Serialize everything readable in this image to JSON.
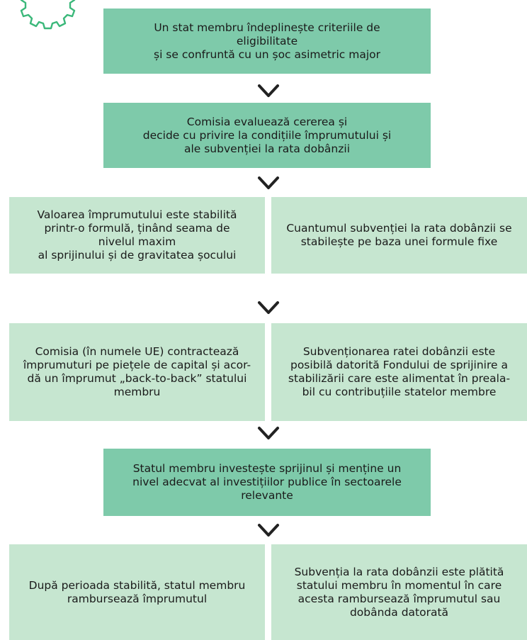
{
  "colors": {
    "dark_box": "#7ecaaa",
    "light_box": "#c6e6d0",
    "arrow": "#222222",
    "gear": "#3bb87a"
  },
  "icons": {
    "top_left": "gear-icon",
    "connector": "chevron-down-arrow-icon"
  },
  "steps": [
    {
      "text": "Un stat membru îndeplinește criteriile de\neligibilitate\nși se confruntă cu un șoc asimetric major"
    },
    {
      "text": "Comisia evaluează cererea și\ndecide cu privire la condițiile împrumutului și\nale subvenției la rata dobânzii"
    },
    {
      "left": "Valoarea împrumutului este stabilită\nprintr-o formulă, ținând seama de\nnivelul maxim\nal sprijinului și de gravitatea șocului",
      "right": "Cuantumul subvenției la rata dobânzii se\nstabilește pe baza unei formule fixe"
    },
    {
      "left": "Comisia (în numele UE) contractează\nîmprumuturi pe piețele de capital și acor-\ndă un împrumut „back-to-back” statului\nmembru",
      "right": "Subvenționarea ratei dobânzii este\nposibilă datorită Fondului de sprijinire a\nstabilizării care este alimentat în preala-\nbil cu contribuțiile statelor membre"
    },
    {
      "text": "Statul membru investește sprijinul și menține un\nnivel adecvat al investițiilor publice în sectoarele\nrelevante"
    },
    {
      "left": "După perioada stabilită, statul membru\nrambursează împrumutul",
      "right": "Subvenția la rata dobânzii este plătită\nstatului membru în momentul în care\nacesta rambursează împrumutul sau\ndobânda datorată"
    }
  ]
}
